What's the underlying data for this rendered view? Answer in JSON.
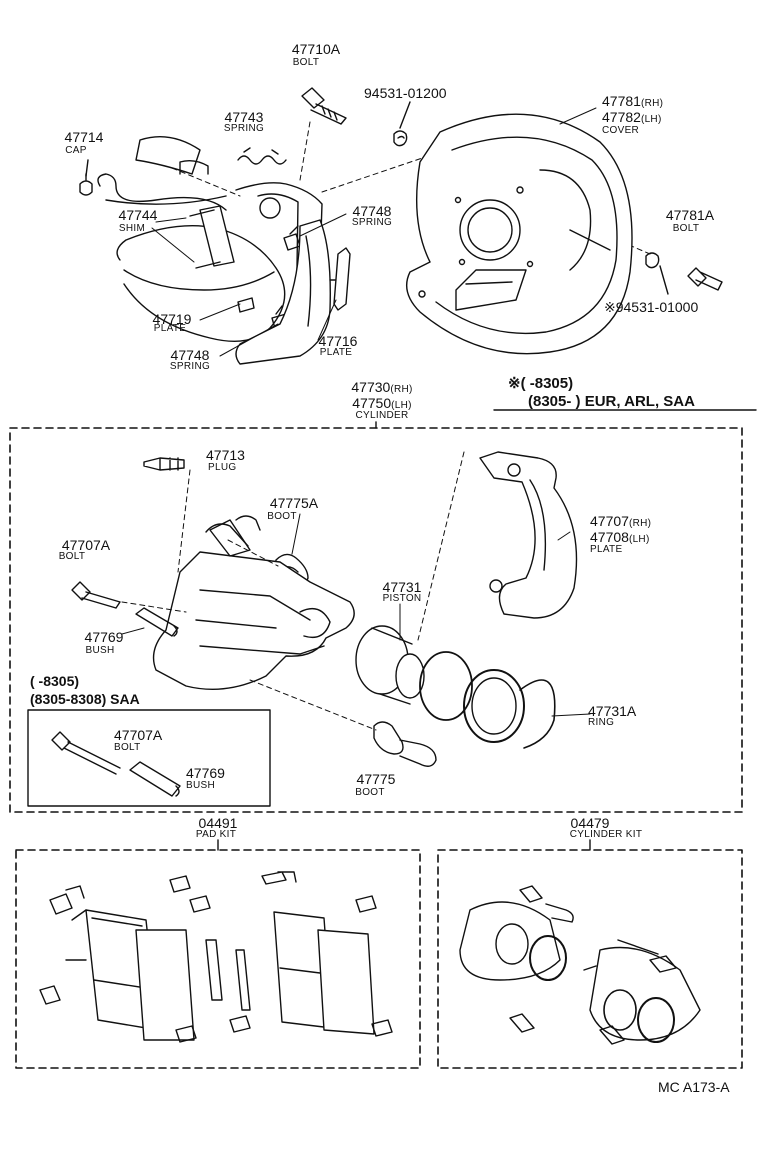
{
  "parts": {
    "p47710A": {
      "number": "47710A",
      "name": "BOLT"
    },
    "p9453101200": {
      "number": "94531-01200"
    },
    "p47781": {
      "number": "47781",
      "suffix": "(RH)"
    },
    "p47782": {
      "number": "47782",
      "suffix": "(LH)",
      "name": "COVER"
    },
    "p47743": {
      "number": "47743",
      "name": "SPRING"
    },
    "p47714": {
      "number": "47714",
      "name": "CAP"
    },
    "p47744": {
      "number": "47744",
      "name": "SHIM"
    },
    "p47748a": {
      "number": "47748",
      "name": "SPRING"
    },
    "p47781A": {
      "number": "47781A",
      "name": "BOLT"
    },
    "p47719": {
      "number": "47719",
      "name": "PLATE"
    },
    "p47716": {
      "number": "47716",
      "name": "PLATE"
    },
    "p9453101000": {
      "number": "※94531-01000"
    },
    "p47748b": {
      "number": "47748",
      "name": "SPRING"
    },
    "p47730": {
      "number": "47730",
      "suffix": "(RH)"
    },
    "p47750": {
      "number": "47750",
      "suffix": "(LH)",
      "name": "CYLINDER"
    },
    "p47713": {
      "number": "47713",
      "name": "PLUG"
    },
    "p47775A": {
      "number": "47775A",
      "name": "BOOT"
    },
    "p47707A": {
      "number": "47707A",
      "name": "BOLT"
    },
    "p47707": {
      "number": "47707",
      "suffix": "(RH)"
    },
    "p47708": {
      "number": "47708",
      "suffix": "(LH)",
      "name": "PLATE"
    },
    "p47731": {
      "number": "47731",
      "name": "PISTON"
    },
    "p47769": {
      "number": "47769",
      "name": "BUSH"
    },
    "p47707A_b": {
      "number": "47707A",
      "name": "BOLT"
    },
    "p47731A": {
      "number": "47731A",
      "name": "RING"
    },
    "p47769_b": {
      "number": "47769",
      "name": "BUSH"
    },
    "p47775": {
      "number": "47775",
      "name": "BOOT"
    },
    "p04491": {
      "number": "04491",
      "name": "PAD KIT"
    },
    "p04479": {
      "number": "04479",
      "name": "CYLINDER KIT"
    }
  },
  "notes": {
    "legend_line1": "※(      -8305)",
    "legend_line2": "(8305-        ) EUR, ARL, SAA",
    "saa_line1": "(      -8305)",
    "saa_line2": "(8305-8308) SAA"
  },
  "figure_code": "MC A173-A"
}
